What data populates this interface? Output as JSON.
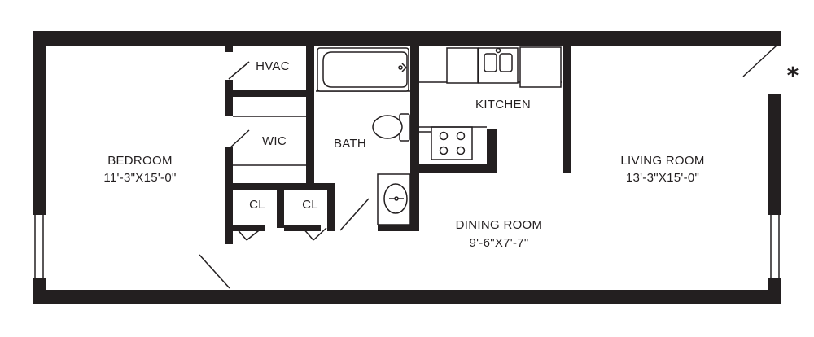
{
  "rooms": {
    "bedroom": {
      "name": "BEDROOM",
      "size": "11'-3\"X15'-0\""
    },
    "hvac": {
      "name": "HVAC"
    },
    "wic": {
      "name": "WIC"
    },
    "closet_left": {
      "name": "CL"
    },
    "closet_right": {
      "name": "CL"
    },
    "bath": {
      "name": "BATH"
    },
    "kitchen": {
      "name": "KITCHEN"
    },
    "dining": {
      "name": "DINING ROOM",
      "size": "9'-6\"X7'-7\""
    },
    "living": {
      "name": "LIVING ROOM",
      "size": "13'-3\"X15'-0\""
    }
  },
  "entry_marker": "*"
}
